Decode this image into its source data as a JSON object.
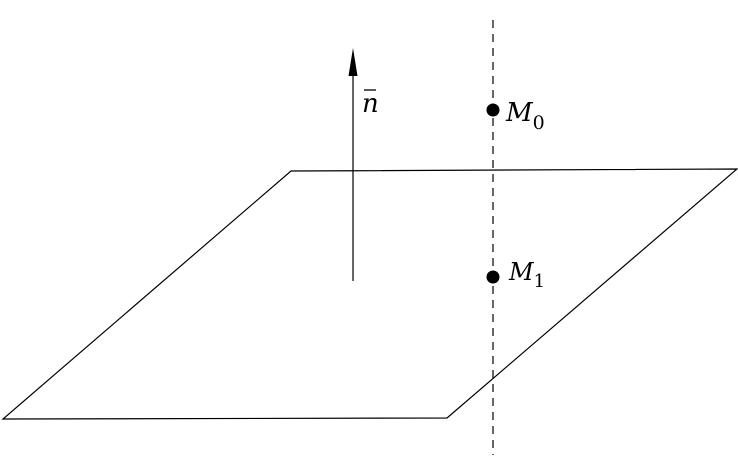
{
  "diagram": {
    "normal_vector_label": "n",
    "point_m0": {
      "letter": "M",
      "subscript": "0"
    },
    "point_m1": {
      "letter": "M",
      "subscript": "1"
    },
    "colors": {
      "stroke": "#000000",
      "background": "#ffffff"
    }
  }
}
